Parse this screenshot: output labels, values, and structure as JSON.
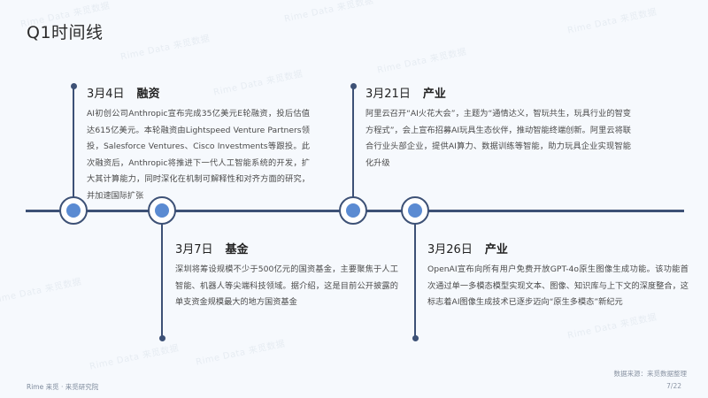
{
  "page": {
    "title": "Q1时间线",
    "footer_left": "Rime 来觅 · 来觅研究院",
    "footer_source": "数据来源：来觅数据整理",
    "page_number": "7/22"
  },
  "watermark": {
    "text": "Rime Data 来觅数据"
  },
  "colors": {
    "background": "#f6f9fd",
    "timeline": "#3d5176",
    "node_fill": "#5b8bd2",
    "node_ring": "#ffffff",
    "title_text": "#2b2b2b",
    "body_text": "#4a4a4a"
  },
  "events": [
    {
      "date": "3月4日",
      "category": "融资",
      "position": "above",
      "description": "AI初创公司Anthropic宣布完成35亿美元E轮融资，投后估值达615亿美元。本轮融资由Lightspeed Venture Partners领投，Salesforce Ventures、Cisco Investments等跟投。此次融资后，Anthropic将推进下一代人工智能系统的开发，扩大其计算能力，同时深化在机制可解释性和对齐方面的研究，并加速国际扩张"
    },
    {
      "date": "3月7日",
      "category": "基金",
      "position": "below",
      "description": "深圳将筹设规模不少于500亿元的国资基金，主要聚焦于人工智能、机器人等尖端科技领域。据介绍，这是目前公开披露的单支资金规模最大的地方国资基金"
    },
    {
      "date": "3月21日",
      "category": "产业",
      "position": "above",
      "description": "阿里云召开“AI火花大会”，主题为“通情达义，智玩共生，玩具行业的智变方程式”，会上宣布招募AI玩具生态伙伴，推动智能终端创新。阿里云将联合行业头部企业，提供AI算力、数据训练等智能，助力玩具企业实现智能化升级"
    },
    {
      "date": "3月26日",
      "category": "产业",
      "position": "below",
      "description": "OpenAI宣布向所有用户免费开放GPT-4o原生图像生成功能。该功能首次通过单一多模态模型实现文本、图像、知识库与上下文的深度整合，这标志着AI图像生成技术已逐步迈向“原生多模态”新纪元"
    }
  ]
}
